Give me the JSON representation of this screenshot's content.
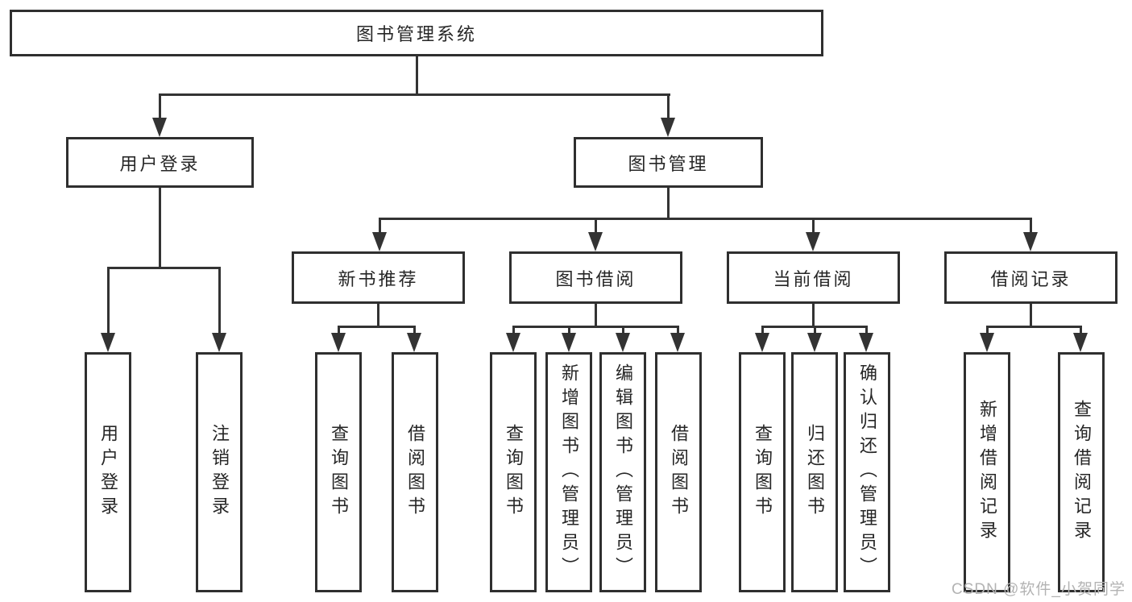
{
  "nodes": {
    "root": "图书管理系统",
    "l2": [
      "用户登录",
      "图书管理"
    ],
    "l3": [
      "新书推荐",
      "图书借阅",
      "当前借阅",
      "借阅记录"
    ],
    "leafGroups": [
      {
        "parent": "用户登录",
        "items": [
          "用户登录",
          "注销登录"
        ]
      },
      {
        "parent": "新书推荐",
        "items": [
          "查询图书",
          "借阅图书"
        ]
      },
      {
        "parent": "图书借阅",
        "items": [
          "查询图书",
          "新增图书（管理员）",
          "编辑图书（管理员）",
          "借阅图书"
        ]
      },
      {
        "parent": "当前借阅",
        "items": [
          "查询图书",
          "归还图书",
          "确认归还（管理员）"
        ]
      },
      {
        "parent": "借阅记录",
        "items": [
          "新增借阅记录",
          "查询借阅记录"
        ]
      }
    ]
  },
  "watermark": "CSDN @软件_小贺同学",
  "colors": {
    "line": "#333333",
    "border": "#2f2f2f",
    "text": "#262626",
    "watermark": "#b3b3b3",
    "background": "#ffffff"
  }
}
